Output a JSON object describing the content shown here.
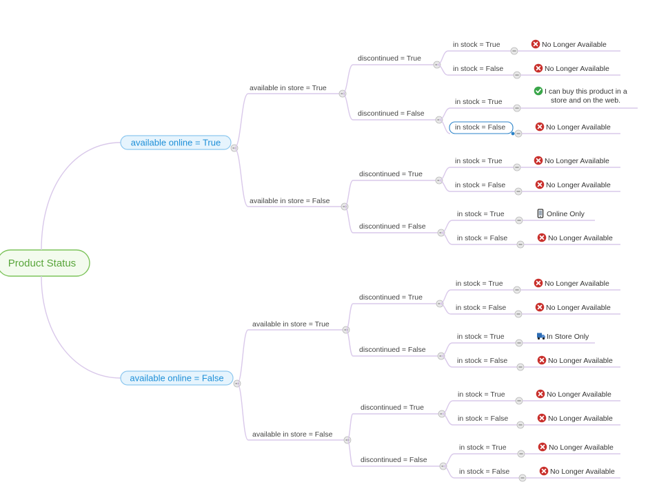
{
  "root": {
    "label": "Product Status"
  },
  "branches": [
    {
      "label": "available online = True",
      "children": [
        {
          "label": "available in store = True",
          "children": [
            {
              "label": "discontinued = True",
              "children": [
                {
                  "label": "in stock = True",
                  "result": {
                    "icon": "no-icon",
                    "text": "No Longer Available"
                  }
                },
                {
                  "label": "in stock = False",
                  "result": {
                    "icon": "no-icon",
                    "text": "No Longer Available"
                  }
                }
              ]
            },
            {
              "label": "discontinued = False",
              "children": [
                {
                  "label": "in stock = True",
                  "result": {
                    "icon": "check-icon",
                    "text": "I can buy this product in a",
                    "text2": "store and on the web."
                  }
                },
                {
                  "label": "in stock = False",
                  "selected": true,
                  "result": {
                    "icon": "no-icon",
                    "text": "No Longer Available"
                  }
                }
              ]
            }
          ]
        },
        {
          "label": "available in store = False",
          "children": [
            {
              "label": "discontinued = True",
              "children": [
                {
                  "label": "in stock = True",
                  "result": {
                    "icon": "no-icon",
                    "text": "No Longer Available"
                  }
                },
                {
                  "label": "in stock = False",
                  "result": {
                    "icon": "no-icon",
                    "text": "No Longer Available"
                  }
                }
              ]
            },
            {
              "label": "discontinued = False",
              "children": [
                {
                  "label": "in stock = True",
                  "result": {
                    "icon": "phone-icon",
                    "text": "Online Only"
                  }
                },
                {
                  "label": "in stock = False",
                  "result": {
                    "icon": "no-icon",
                    "text": "No Longer Available"
                  }
                }
              ]
            }
          ]
        }
      ]
    },
    {
      "label": "available online = False",
      "children": [
        {
          "label": "available in store = True",
          "children": [
            {
              "label": "discontinued = True",
              "children": [
                {
                  "label": "in stock = True",
                  "result": {
                    "icon": "no-icon",
                    "text": "No Longer Available"
                  }
                },
                {
                  "label": "in stock = False",
                  "result": {
                    "icon": "no-icon",
                    "text": "No Longer Available"
                  }
                }
              ]
            },
            {
              "label": "discontinued = False",
              "children": [
                {
                  "label": "in stock = True",
                  "result": {
                    "icon": "truck-icon",
                    "text": "In Store Only"
                  }
                },
                {
                  "label": "in stock = False",
                  "result": {
                    "icon": "no-icon",
                    "text": "No Longer Available"
                  }
                }
              ]
            }
          ]
        },
        {
          "label": "available in store = False",
          "children": [
            {
              "label": "discontinued = True",
              "children": [
                {
                  "label": "in stock = True",
                  "result": {
                    "icon": "no-icon",
                    "text": "No Longer Available"
                  }
                },
                {
                  "label": "in stock = False",
                  "result": {
                    "icon": "no-icon",
                    "text": "No Longer Available"
                  }
                }
              ]
            },
            {
              "label": "discontinued = False",
              "children": [
                {
                  "label": "in stock = True",
                  "result": {
                    "icon": "no-icon",
                    "text": "No Longer Available"
                  }
                },
                {
                  "label": "in stock = False",
                  "result": {
                    "icon": "no-icon",
                    "text": "No Longer Available"
                  }
                }
              ]
            }
          ]
        }
      ]
    }
  ],
  "colors": {
    "root_text": "#58a53a",
    "root_border": "#7cc35a",
    "root_fill": "#f3fbee",
    "branch_text": "#1e8fd8",
    "branch_border": "#8cc7ef",
    "branch_fill": "#e6f4fd",
    "edge": "#d9c8ea",
    "no_icon": "#c9302c",
    "check_icon": "#3aa64a",
    "truck_icon": "#2e6db4"
  }
}
